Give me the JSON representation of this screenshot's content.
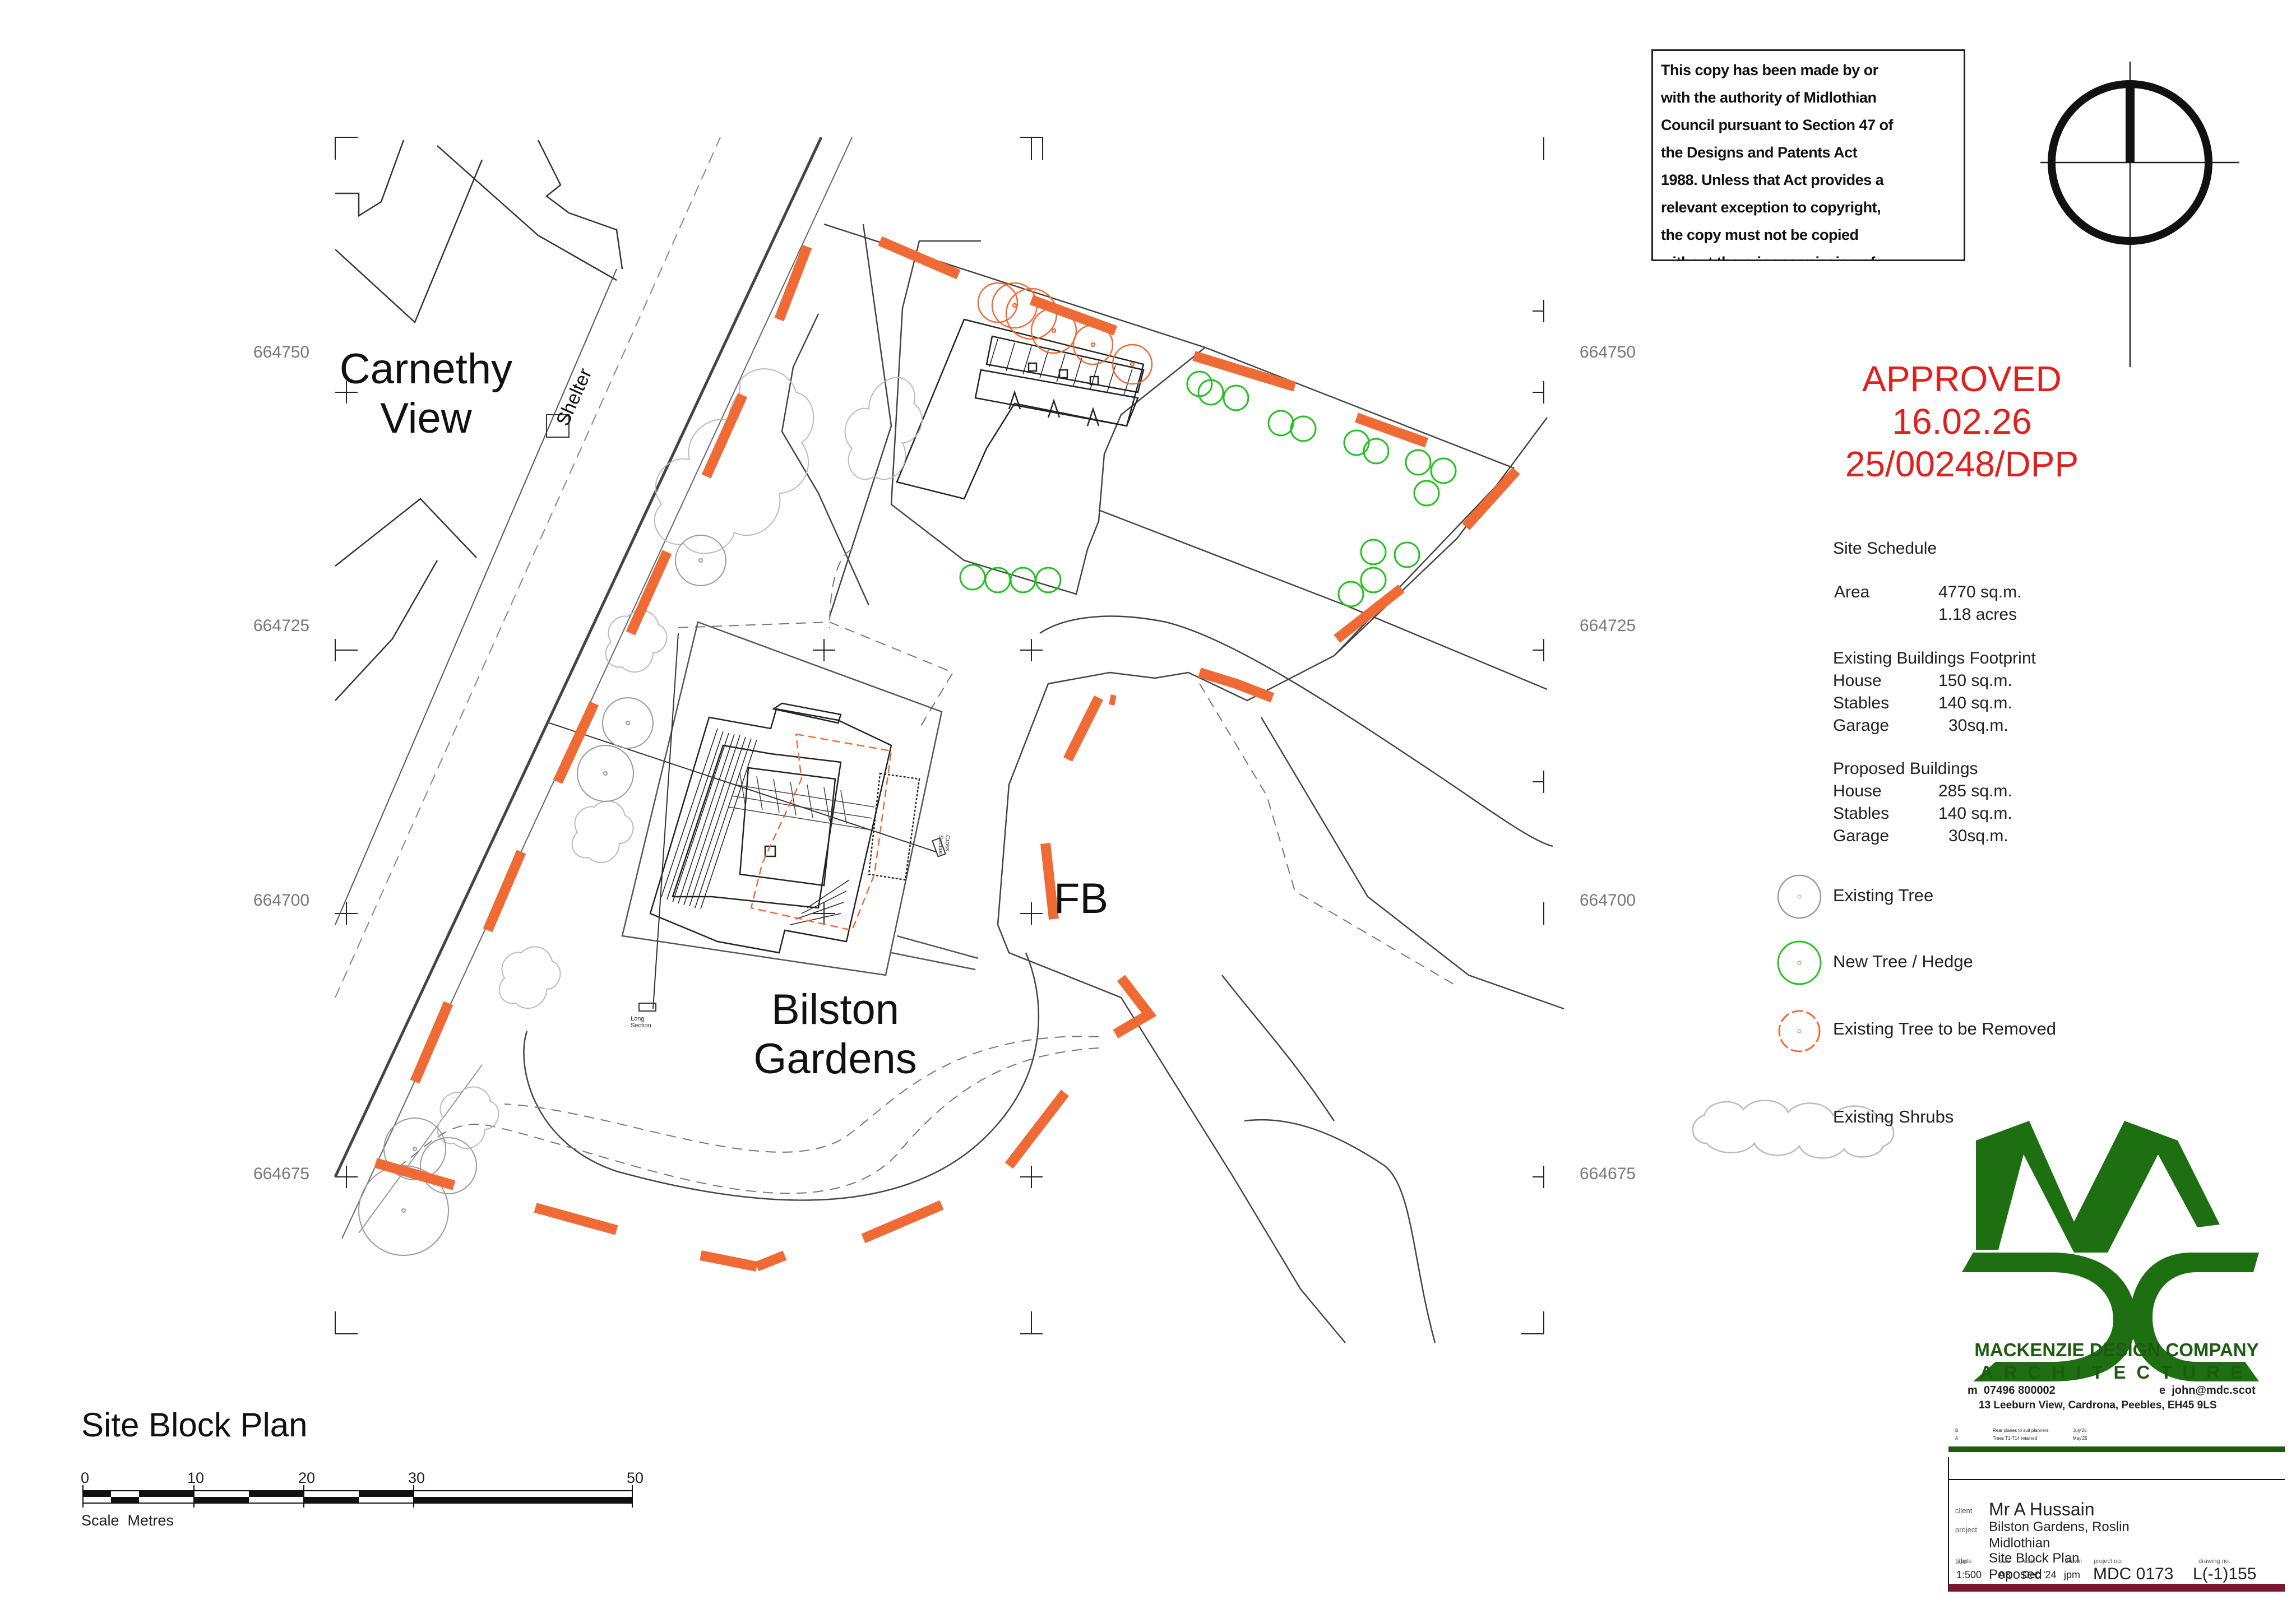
{
  "site_labels": {
    "carnethy": "Carnethy\nView",
    "shelter": "Shelter",
    "fb": "FB",
    "bilston": "Bilston\nGardens",
    "long_section": "Long\nSection",
    "cross_section": "Cross\nSection"
  },
  "coords": {
    "left": [
      "664750",
      "664725",
      "664700",
      "664675"
    ],
    "right": [
      "664750",
      "664725",
      "664700",
      "664675"
    ]
  },
  "copyright_notice": "This copy has been made by or with the authority of Midlothian Council pursuant to Section 47 of the Designs and Patents Act 1988. Unless that Act provides a relevant exception to copyright, the copy must not be copied without the prior permission of the copyright owner.",
  "approval": {
    "line1": "APPROVED",
    "line2": "16.02.26",
    "line3": "25/00248/DPP",
    "color": "#e0201b"
  },
  "schedule": {
    "title": "Site Schedule",
    "area_label": "Area",
    "area_value1": "4770 sq.m.",
    "area_value2": "1.18 acres",
    "existing_title": "Existing Buildings Footprint",
    "existing": [
      {
        "name": "House",
        "value": "150 sq.m."
      },
      {
        "name": "Stables",
        "value": "140 sq.m."
      },
      {
        "name": "Garage",
        "value": "30sq.m."
      }
    ],
    "proposed_title": "Proposed Buildings",
    "proposed": [
      {
        "name": "House",
        "value": "285 sq.m."
      },
      {
        "name": "Stables",
        "value": "140 sq.m."
      },
      {
        "name": "Garage",
        "value": "30sq.m."
      }
    ]
  },
  "legend": [
    {
      "label": "Existing Tree",
      "color": "#999999"
    },
    {
      "label": "New Tree / Hedge",
      "color": "#22c21e"
    },
    {
      "label": "Existing Tree to be Removed",
      "color": "#f06a35"
    },
    {
      "label": "Existing Shrubs",
      "color": "#bbbbbb"
    }
  ],
  "drawing_title": "Site Block Plan",
  "scale_bar": {
    "ticks": [
      "0",
      "10",
      "20",
      "30",
      "50"
    ],
    "caption": "Scale  Metres"
  },
  "company": {
    "name": "MACKENZIE DESIGN COMPANY",
    "sub": "ARCHITECTURE",
    "phone": "m  07496 800002",
    "email": "e  john@mdc.scot",
    "address": "13 Leeburn View, Cardrona, Peebles, EH45 9LS",
    "brand_color": "#1e6e12",
    "rule_color": "#7a1830"
  },
  "revisions": [
    {
      "rev": "B",
      "desc": "Rear planes to suit planners",
      "date": "July'25"
    },
    {
      "rev": "A",
      "desc": "Trees T1-T14 retained",
      "date": "May'25"
    }
  ],
  "title_block": {
    "client_label": "client",
    "client": "Mr A Hussain",
    "project_label": "project",
    "project1": "Bilston Gardens, Roslin",
    "project2": "Midlothian",
    "title_label": "title",
    "title1": "Site Block Plan",
    "title2": "Poposed",
    "scale_label": "scale",
    "size_label": "size",
    "date_label": "date",
    "drawn_label": "drawn",
    "project_no_label": "project no.",
    "drawing_no_label": "drawing no.",
    "scale": "1:500",
    "size": "A3",
    "date": "Dec '24",
    "drawn": "jpm",
    "project_no": "MDC 0173",
    "drawing_no": "L(-1)155"
  }
}
